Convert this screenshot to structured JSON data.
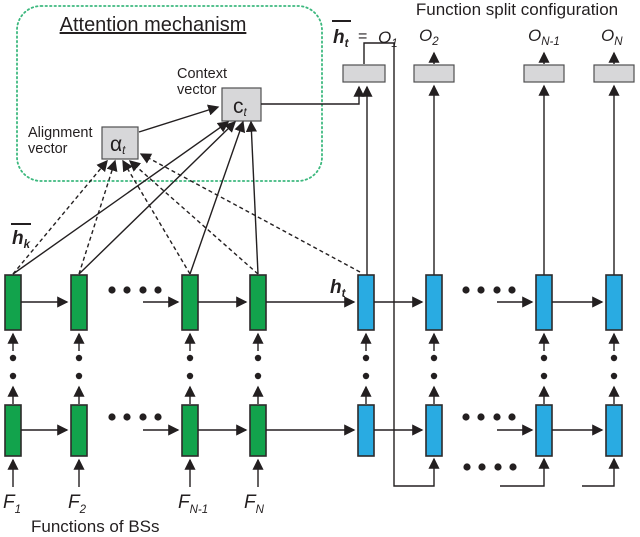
{
  "attention": {
    "title": "Attention mechanism",
    "context_label_line1": "Context",
    "context_label_line2": "vector",
    "alignment_label_line1": "Alignment",
    "alignment_label_line2": "vector",
    "context_node": {
      "base": "c",
      "sub": "t"
    },
    "alignment_node": {
      "base": "α",
      "sub": "t"
    }
  },
  "function_split": {
    "title": "Function split configuration",
    "h_bar_t": {
      "base": "h",
      "sub": "t"
    },
    "equals": "=",
    "outputs": [
      {
        "base": "O",
        "sub": "1"
      },
      {
        "base": "O",
        "sub": "2"
      },
      {
        "base": "O",
        "sub": "N-1"
      },
      {
        "base": "O",
        "sub": "N"
      }
    ]
  },
  "encoder": {
    "h_bar_k": {
      "base": "h",
      "sub": "k"
    },
    "functions": [
      {
        "base": "F",
        "sub": "1"
      },
      {
        "base": "F",
        "sub": "2"
      },
      {
        "base": "F",
        "sub": "N-1"
      },
      {
        "base": "F",
        "sub": "N"
      }
    ],
    "caption": "Functions of BSs"
  },
  "decoder": {
    "h_t": {
      "base": "h",
      "sub": "t"
    }
  },
  "colors": {
    "encoder_box": "#12a34c",
    "decoder_box": "#29abe2",
    "node_box": "#d7d7d9",
    "attention_border": "#3cb87e",
    "line": "#231f20"
  }
}
